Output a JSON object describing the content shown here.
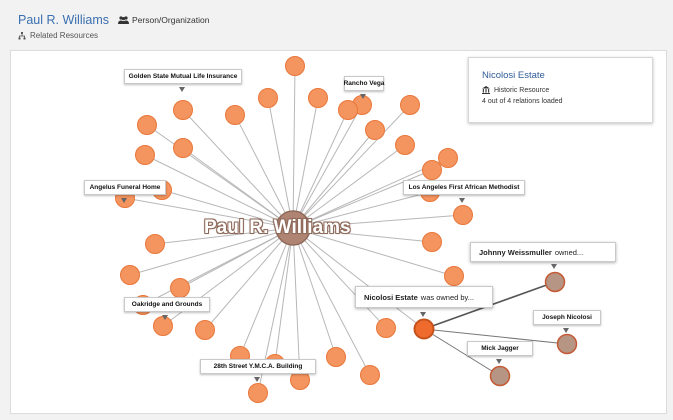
{
  "header": {
    "title": "Paul R. Williams",
    "type_label": "Person/Organization",
    "type_icon": "people-icon",
    "related_label": "Related Resources",
    "related_icon": "hierarchy-icon"
  },
  "graph": {
    "center_label": "Paul R. Williams",
    "center_color": "#b08473",
    "node_color": "#f4945e",
    "node_border": "#e9773a",
    "selected_node_color": "#ef6a2d",
    "selected_node_border": "#c5521b",
    "secondary_node_color": "#b69584",
    "secondary_node_border": "#c45a34",
    "edge_color": "#b7b7b7",
    "active_edge_color": "#777777",
    "tooltip_labels": [
      "Golden State Mutual Life Insurance",
      "Rancho Vega",
      "Angelus Funeral Home",
      "Los Angeles First African Methodist",
      "Oakridge and Grounds",
      "28th Street Y.M.C.A. Building",
      "Joseph Nicolosi",
      "Mick Jagger"
    ],
    "relations": [
      {
        "name": "Johnny Weissmuller",
        "text": "owned..."
      },
      {
        "name": "Nicolosi Estate",
        "text": "was owned by..."
      }
    ]
  },
  "info_card": {
    "title": "Nicolosi Estate",
    "type_label": "Historic Resource",
    "type_icon": "building-columns-icon",
    "status": "4 out of 4 relations loaded"
  }
}
